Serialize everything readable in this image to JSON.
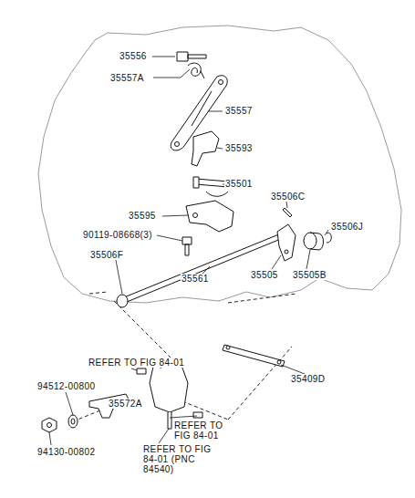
{
  "diagram": {
    "labels": [
      "35556",
      "35557A",
      "35557",
      "35593",
      "35501",
      "35506C",
      "35595",
      "90119-08668(3)",
      "35506J",
      "35506F",
      "35561",
      "35505",
      "35505B",
      "35409D",
      "REFER TO FIG 84-01",
      "94512-00800",
      "REFER TO FIG 84-01",
      "35572A",
      "94130-00802",
      "REFER TO FIG 84-01 (PNC 84540)"
    ]
  }
}
